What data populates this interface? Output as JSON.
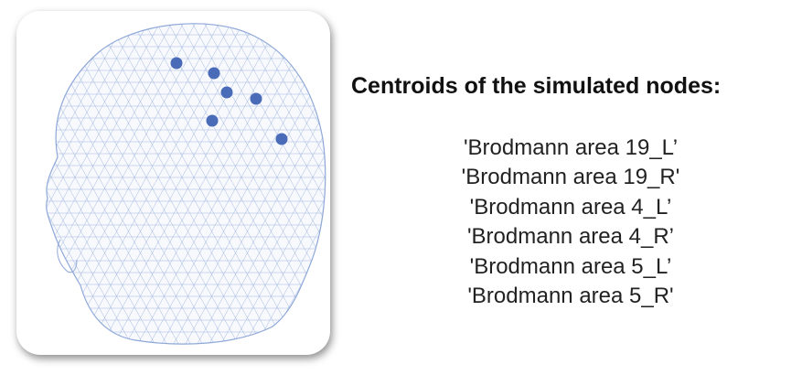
{
  "heading": "Centroids of the simulated nodes:",
  "nodes": [
    "'Brodmann area 19_L’",
    "'Brodmann area 19_R'",
    "'Brodmann area 4_L’",
    "'Brodmann area 4_R’",
    "'Brodmann area 5_L’",
    "'Brodmann area 5_R'"
  ],
  "colors": {
    "mesh": "#8fa8d8",
    "node": "#4a6bb8",
    "panel_shadow": "#888888"
  },
  "head_model": {
    "node_markers": 6
  }
}
